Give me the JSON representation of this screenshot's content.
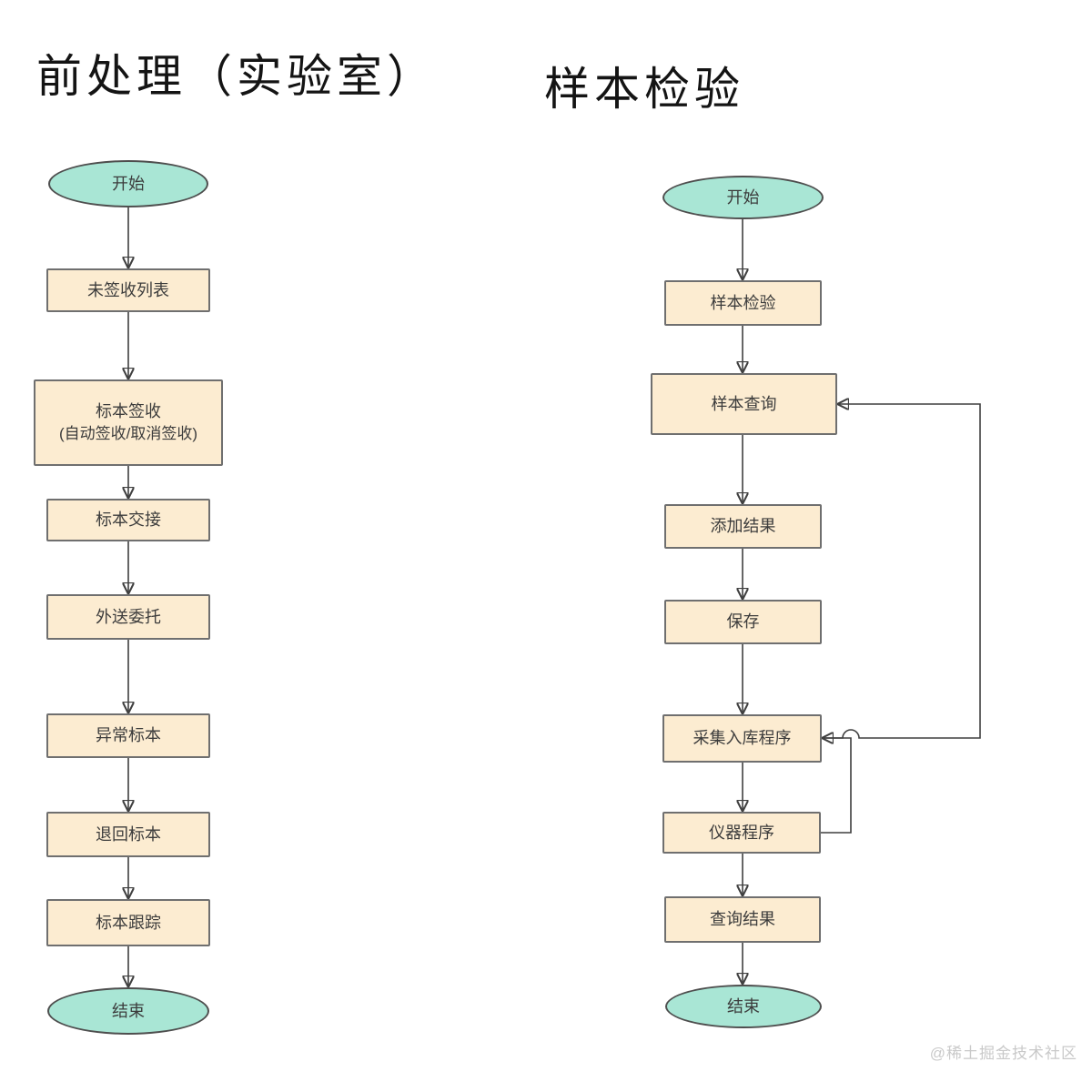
{
  "titles": {
    "left": "前处理（实验室）",
    "right": "样本检验"
  },
  "left_flow": {
    "nodes": [
      {
        "label": "开始",
        "type": "terminal"
      },
      {
        "label": "未签收列表",
        "type": "process"
      },
      {
        "label": "标本签收",
        "label2": "(自动签收/取消签收)",
        "type": "process"
      },
      {
        "label": "标本交接",
        "type": "process"
      },
      {
        "label": "外送委托",
        "type": "process"
      },
      {
        "label": "异常标本",
        "type": "process"
      },
      {
        "label": "退回标本",
        "type": "process"
      },
      {
        "label": "标本跟踪",
        "type": "process"
      },
      {
        "label": "结束",
        "type": "terminal"
      }
    ],
    "edges": "sequential-top-to-bottom"
  },
  "right_flow": {
    "nodes": [
      {
        "label": "开始",
        "type": "terminal"
      },
      {
        "label": "样本检验",
        "type": "process"
      },
      {
        "label": "样本查询",
        "type": "process"
      },
      {
        "label": "添加结果",
        "type": "process"
      },
      {
        "label": "保存",
        "type": "process"
      },
      {
        "label": "采集入库程序",
        "type": "process"
      },
      {
        "label": "仪器程序",
        "type": "process"
      },
      {
        "label": "查询结果",
        "type": "process"
      },
      {
        "label": "结束",
        "type": "terminal"
      }
    ],
    "edges": "sequential-top-to-bottom",
    "loops": [
      {
        "from": "采集入库程序",
        "to": "样本查询"
      },
      {
        "from": "仪器程序",
        "to": "采集入库程序"
      }
    ]
  },
  "watermark": "@稀土掘金技术社区",
  "colors": {
    "terminal_fill": "#a9e6d5",
    "terminal_border": "#4e4e4e",
    "process_fill": "#fcecd1",
    "process_border": "#6f6f6f",
    "connector": "#3f3f3f",
    "watermark": "#c9c9c9",
    "background": "#ffffff"
  }
}
